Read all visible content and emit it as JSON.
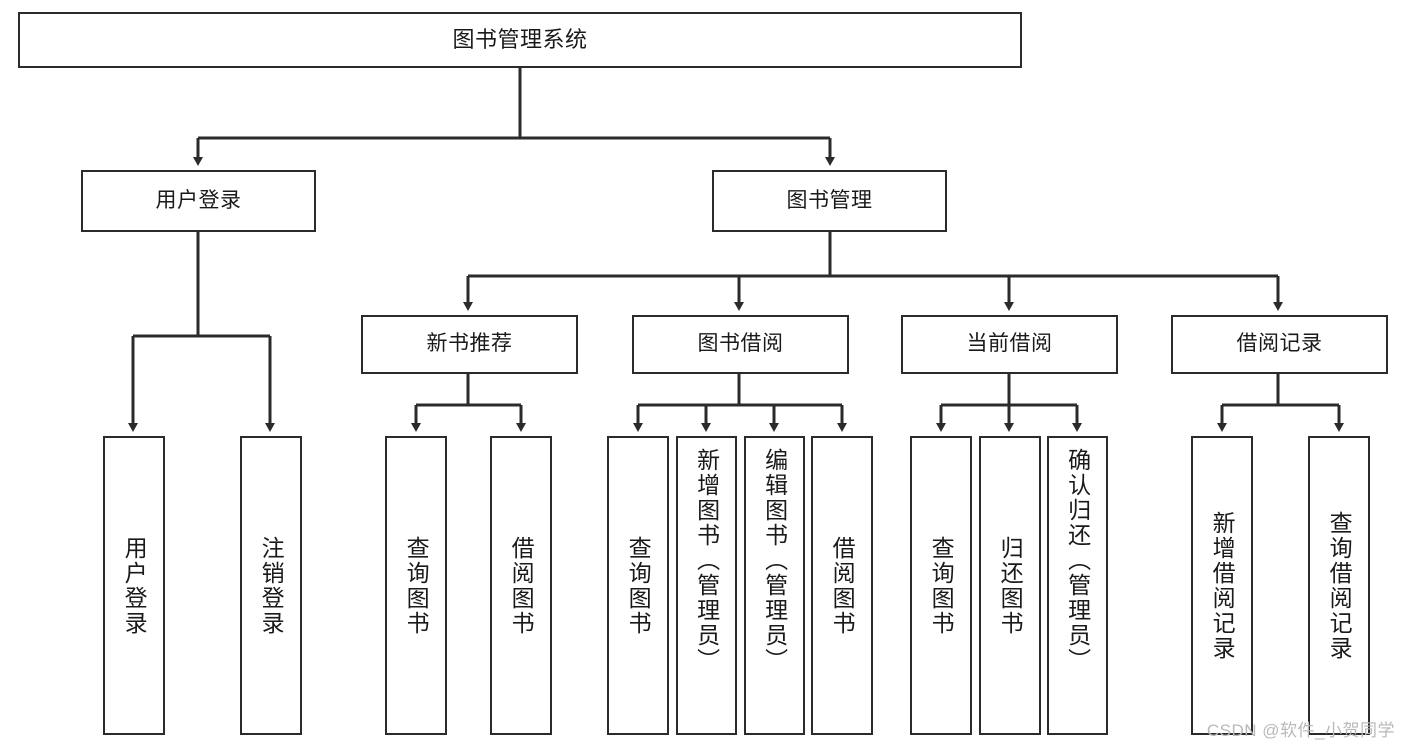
{
  "diagram": {
    "title": "图书管理系统",
    "type": "tree-hierarchy-diagram",
    "colors": {
      "box_border": "#2b2b2b",
      "box_fill": "#ffffff",
      "connector": "#2b2b2b",
      "text": "#1a1a1a",
      "watermark": "#b9b9b9",
      "background": "#ffffff"
    },
    "root": {
      "label": "图书管理系统"
    },
    "level1": [
      {
        "label": "用户登录"
      },
      {
        "label": "图书管理"
      }
    ],
    "level2": [
      {
        "label": "新书推荐"
      },
      {
        "label": "图书借阅"
      },
      {
        "label": "当前借阅"
      },
      {
        "label": "借阅记录"
      }
    ],
    "leaves": {
      "user_login": [
        {
          "label": "用户登录"
        },
        {
          "label": "注销登录"
        }
      ],
      "new_book_recommend": [
        {
          "label": "查询图书"
        },
        {
          "label": "借阅图书"
        }
      ],
      "book_borrow": [
        {
          "label": "查询图书"
        },
        {
          "label": "新增图书（管理员）"
        },
        {
          "label": "编辑图书（管理员）"
        },
        {
          "label": "借阅图书"
        }
      ],
      "current_borrow": [
        {
          "label": "查询图书"
        },
        {
          "label": "归还图书"
        },
        {
          "label": "确认归还（管理员）"
        }
      ],
      "borrow_record": [
        {
          "label": "新增借阅记录"
        },
        {
          "label": "查询借阅记录"
        }
      ]
    }
  },
  "watermark": {
    "text": "CSDN @软件_小贺同学"
  }
}
